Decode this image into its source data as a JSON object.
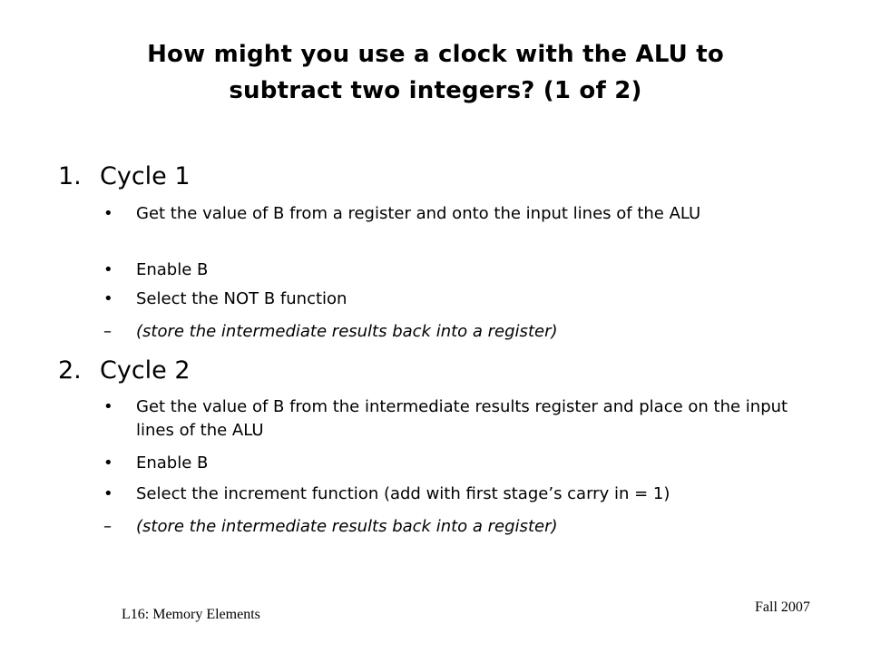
{
  "title": {
    "line1": "How might you use a clock with the ALU to",
    "line2": "subtract two integers? (1 of 2)"
  },
  "cycles": [
    {
      "number": "1.",
      "heading": "Cycle 1",
      "bullets": [
        "Get the value of B from a register and onto the input lines of the ALU",
        "Enable B",
        "Select the NOT B function"
      ],
      "dash_mark": "–",
      "note": "(store the intermediate results back into a register)"
    },
    {
      "number": "2.",
      "heading": "Cycle 2",
      "bullets": [
        "Get the value of B from the intermediate results register and place on the input lines of the ALU",
        "Enable B",
        "Select the increment function (add with first stage’s carry in = 1)"
      ],
      "dash_mark": "–",
      "note": "(store the intermediate results back into a register)"
    }
  ],
  "bullet_mark": "•",
  "footer": {
    "left": "L16: Memory Elements",
    "right": "Fall 2007"
  }
}
